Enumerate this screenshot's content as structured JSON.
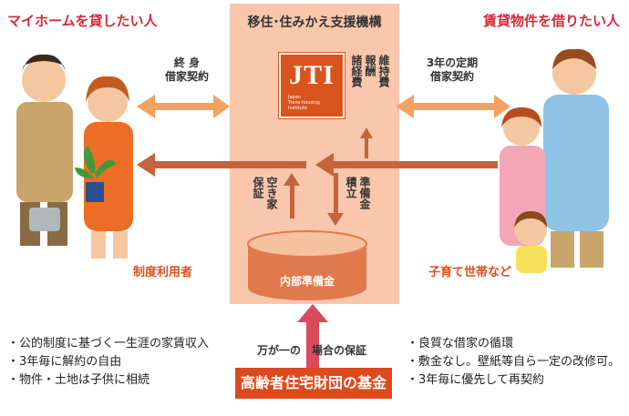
{
  "left_title": "マイホームを貸したい人",
  "right_title": "賃貸物件を借りたい人",
  "center_title": "移住･住みかえ支援機構",
  "jti": {
    "logo_text": "JTI",
    "sub_line1": "Japan",
    "sub_line2": "Trans-housing",
    "sub_line3": "Institute"
  },
  "left_contract": {
    "line1": "終 身",
    "line2": "借家契約"
  },
  "right_contract": {
    "line1": "3年の定期",
    "line2": "借家契約"
  },
  "costs_label": {
    "col1": "維持費",
    "col2": "報酬",
    "col3": "諸経費"
  },
  "vacancy_label": {
    "col1": "空き家",
    "col2": "保証"
  },
  "reserve_label": {
    "col1": "準備金",
    "col2": "積立"
  },
  "internal_reserve": "内部準備金",
  "left_user_label": "制度利用者",
  "right_user_label": "子育て世帯など",
  "guarantee_label": "万が一の　場合の保証",
  "fund_label": "高齢者住宅財団の基金",
  "left_bullets": [
    "公的制度に基づく一生涯の家賃収入",
    "3年毎に解約の自由",
    "物件・土地は子供に相続"
  ],
  "right_bullets": [
    "良質な借家の循環",
    "敷金なし。壁紙等自ら一定の改修可。",
    "3年毎に優先して再契約"
  ],
  "colors": {
    "title_red": "#d8283c",
    "panel_salmon": "#f9c7ac",
    "arrow_orange": "#f4a261",
    "arrow_brown": "#c4643c",
    "fund_red": "#dd4a1e",
    "fund_arrow": "#d94a5c"
  }
}
